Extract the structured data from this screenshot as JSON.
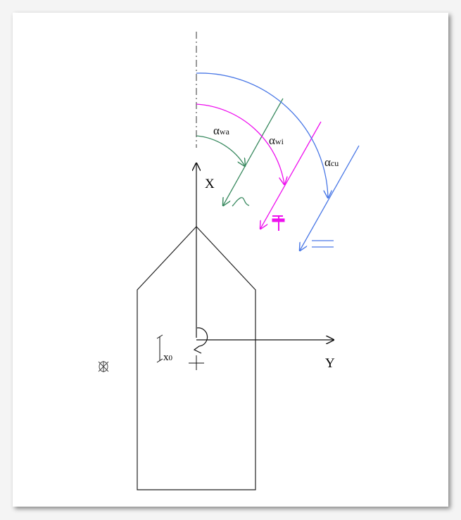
{
  "axes": {
    "x_label": "X",
    "y_label": "Y"
  },
  "offset_label": {
    "main": "x",
    "sub": "0"
  },
  "angles": [
    {
      "symbol": "α",
      "sub": "wa",
      "color": "#3a8a60",
      "icon": "wave-icon"
    },
    {
      "symbol": "α",
      "sub": "wi",
      "color": "#ee10ee",
      "icon": "wind-turbine-icon"
    },
    {
      "symbol": "α",
      "sub": "cu",
      "color": "#4a78e6",
      "icon": "current-lines-icon"
    }
  ]
}
